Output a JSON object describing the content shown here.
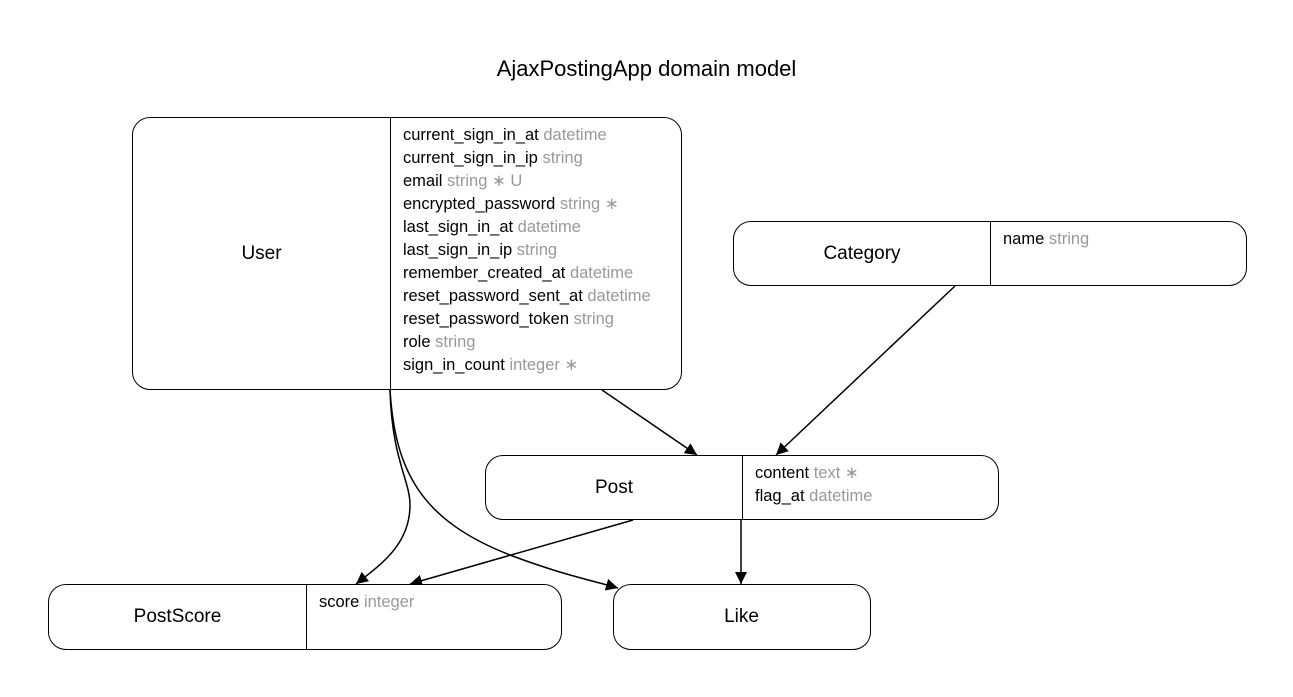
{
  "title": "AjaxPostingApp domain model",
  "entities": {
    "user": {
      "name": "User",
      "attributes": [
        {
          "name": "current_sign_in_at",
          "type": "datetime",
          "marks": ""
        },
        {
          "name": "current_sign_in_ip",
          "type": "string",
          "marks": ""
        },
        {
          "name": "email",
          "type": "string",
          "marks": "∗ U"
        },
        {
          "name": "encrypted_password",
          "type": "string",
          "marks": "∗"
        },
        {
          "name": "last_sign_in_at",
          "type": "datetime",
          "marks": ""
        },
        {
          "name": "last_sign_in_ip",
          "type": "string",
          "marks": ""
        },
        {
          "name": "remember_created_at",
          "type": "datetime",
          "marks": ""
        },
        {
          "name": "reset_password_sent_at",
          "type": "datetime",
          "marks": ""
        },
        {
          "name": "reset_password_token",
          "type": "string",
          "marks": ""
        },
        {
          "name": "role",
          "type": "string",
          "marks": ""
        },
        {
          "name": "sign_in_count",
          "type": "integer",
          "marks": "∗"
        }
      ]
    },
    "category": {
      "name": "Category",
      "attributes": [
        {
          "name": "name",
          "type": "string",
          "marks": ""
        }
      ]
    },
    "post": {
      "name": "Post",
      "attributes": [
        {
          "name": "content",
          "type": "text",
          "marks": "∗"
        },
        {
          "name": "flag_at",
          "type": "datetime",
          "marks": ""
        }
      ]
    },
    "postscore": {
      "name": "PostScore",
      "attributes": [
        {
          "name": "score",
          "type": "integer",
          "marks": ""
        }
      ]
    },
    "like": {
      "name": "Like",
      "attributes": []
    }
  },
  "relations": [
    {
      "from": "User",
      "to": "Post"
    },
    {
      "from": "Category",
      "to": "Post"
    },
    {
      "from": "User",
      "to": "PostScore"
    },
    {
      "from": "User",
      "to": "Like"
    },
    {
      "from": "Post",
      "to": "PostScore"
    },
    {
      "from": "Post",
      "to": "Like"
    }
  ]
}
